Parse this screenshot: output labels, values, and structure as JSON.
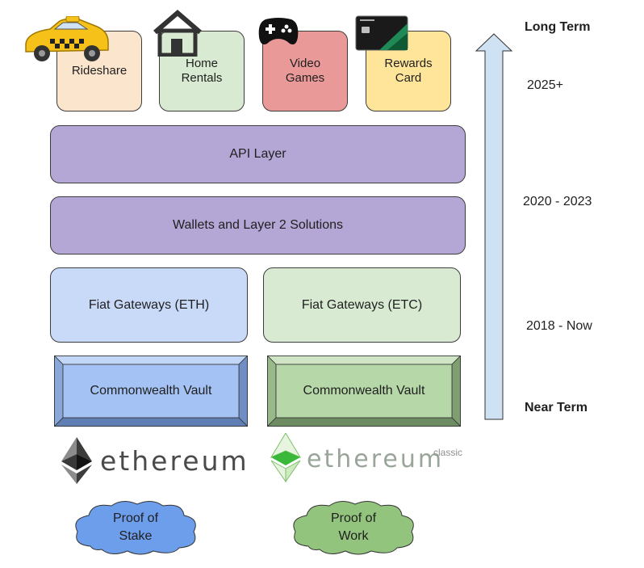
{
  "apps": [
    {
      "label": "Rideshare",
      "icon": "taxi-icon",
      "color": "#fce5cd"
    },
    {
      "label": "Home\nRentals",
      "icon": "house-icon",
      "color": "#d9ead3"
    },
    {
      "label": "Video\nGames",
      "icon": "gamepad-icon",
      "color": "#ea9999"
    },
    {
      "label": "Rewards\nCard",
      "icon": "card-icon",
      "color": "#ffe599"
    }
  ],
  "layers": {
    "api": "API Layer",
    "wallets": "Wallets and Layer 2 Solutions",
    "fiat_eth": "Fiat Gateways (ETH)",
    "fiat_etc": "Fiat Gateways (ETC)",
    "vault_eth": "Commonwealth Vault",
    "vault_etc": "Commonwealth Vault"
  },
  "logos": {
    "eth_text": "ethereum",
    "etc_text": "ethereum",
    "etc_suffix": "classic"
  },
  "clouds": {
    "stake": "Proof of\nStake",
    "work": "Proof of\nWork"
  },
  "timeline": {
    "long_term": "Long Term",
    "phase_1": "2025+",
    "phase_2": "2020 - 2023",
    "phase_3": "2018 - Now",
    "near_term": "Near Term"
  },
  "colors": {
    "purple_layer": "#b4a7d6",
    "fiat_eth": "#c9daf8",
    "fiat_etc": "#d9ead3",
    "vault_eth": "#a4c2f4",
    "vault_etc": "#b6d7a8",
    "cloud_stake": "#6d9eeb",
    "cloud_work": "#93c47d",
    "arrow": "#cfe2f3"
  }
}
